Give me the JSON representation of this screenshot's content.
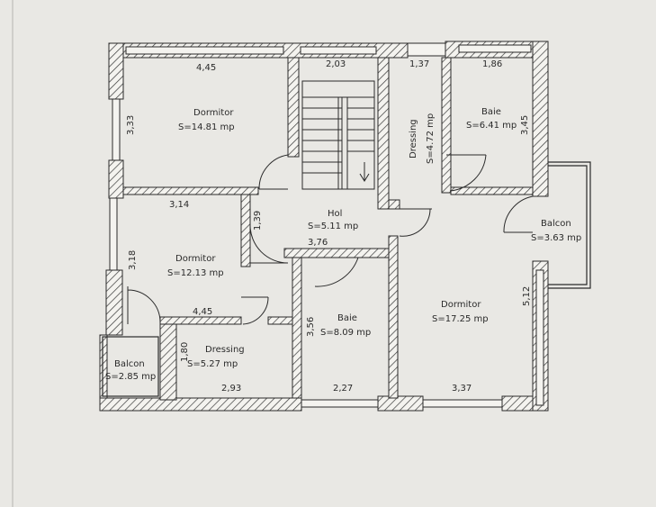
{
  "rooms": {
    "dormitor1": {
      "name": "Dormitor",
      "area": "S=14.81 mp"
    },
    "hol": {
      "name": "Hol",
      "area": "S=5.11 mp"
    },
    "dressing1": {
      "name": "Dressing",
      "area": "S=4.72 mp"
    },
    "baie1": {
      "name": "Baie",
      "area": "S=6.41 mp"
    },
    "dormitor2": {
      "name": "Dormitor",
      "area": "S=12.13 mp"
    },
    "balcon1": {
      "name": "Balcon",
      "area": "S=3.63 mp"
    },
    "balcon2": {
      "name": "Balcon",
      "area": "S=2.85 mp"
    },
    "dressing2": {
      "name": "Dressing",
      "area": "S=5.27 mp"
    },
    "baie2": {
      "name": "Baie",
      "area": "S=8.09 mp"
    },
    "dormitor3": {
      "name": "Dormitor",
      "area": "S=17.25 mp"
    }
  },
  "dimensions": {
    "d445_top": "4,45",
    "d203": "2,03",
    "d137": "1,37",
    "d186": "1,86",
    "d333": "3,33",
    "d345": "3,45",
    "d314": "3,14",
    "d139": "1,39",
    "d376": "3,76",
    "d318": "3,18",
    "d445_mid": "4,45",
    "d356": "3,56",
    "d512": "5,12",
    "d180": "1,80",
    "d293": "2,93",
    "d227": "2,27",
    "d337": "3,37"
  },
  "colors": {
    "paper": "#e9e8e4",
    "ink": "#2a2a2a",
    "hatch": "#3a3a3a"
  }
}
